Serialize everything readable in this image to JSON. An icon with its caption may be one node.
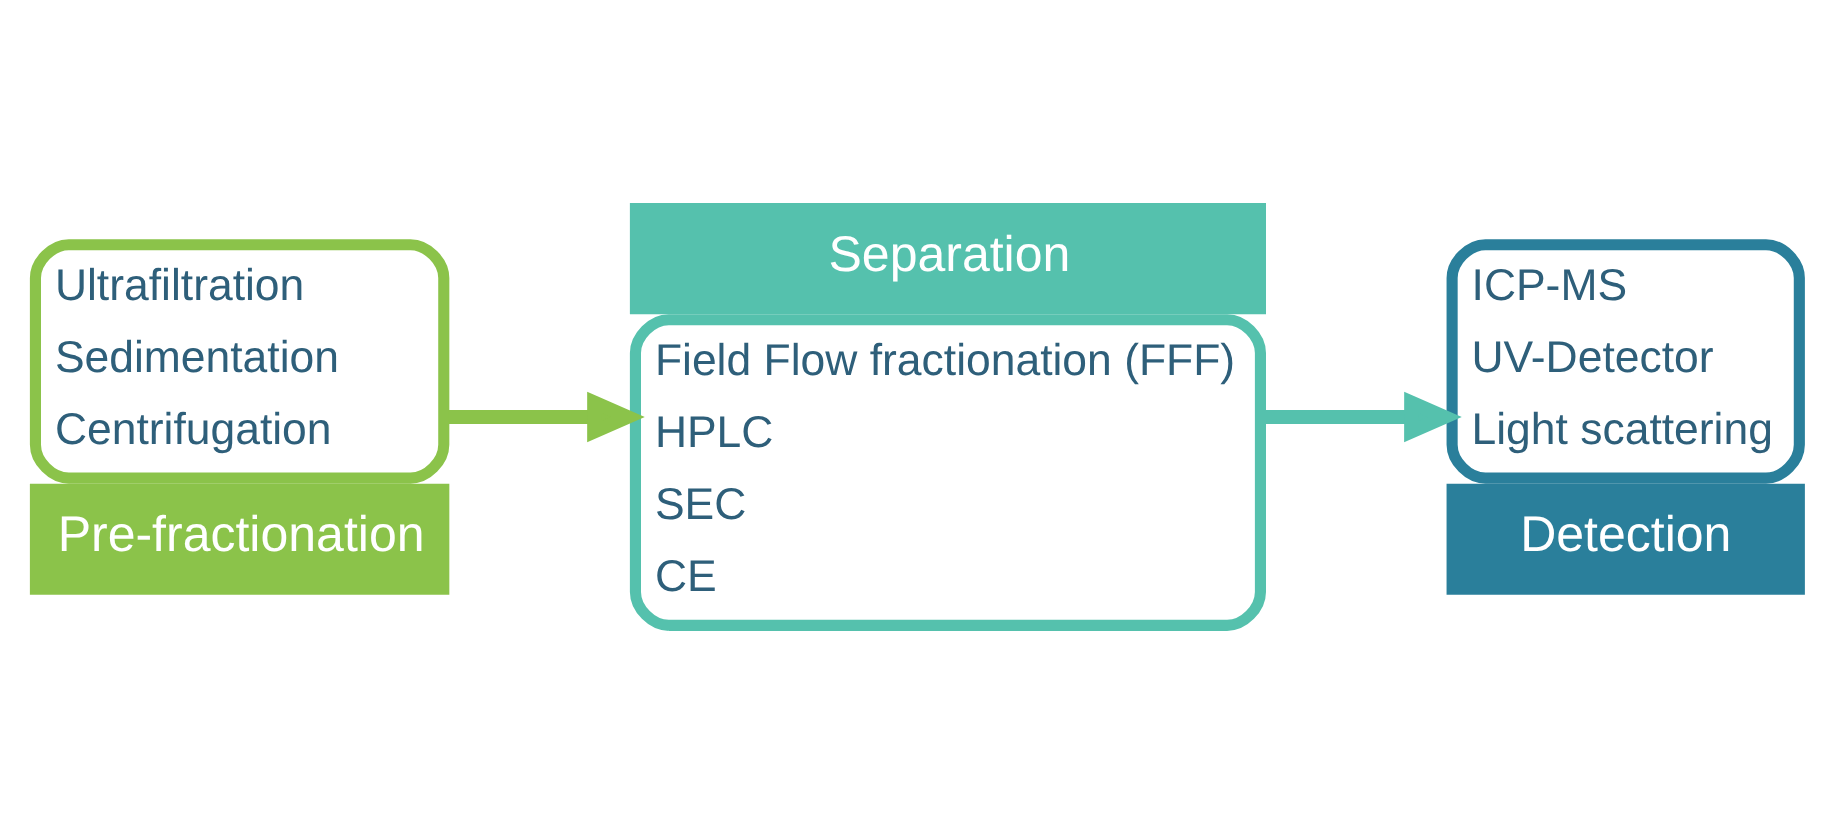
{
  "diagram": {
    "nodes": [
      {
        "text": [
          "Pre-fractionation",
          "Ultrafiltration",
          "Sedimentation",
          "Centrifugation"
        ]
      },
      {
        "text": [
          "Separation",
          "Field Flow fractionation (FFF)",
          "HPLC",
          "SEC",
          "CE"
        ]
      },
      {
        "text": [
          "Detection",
          "ICP-MS",
          "UV-Detector",
          "Light scattering"
        ]
      }
    ],
    "edges": [
      {
        "from": 0,
        "to": 1,
        "arrow": "to",
        "color": "#8bc34a"
      },
      {
        "from": 1,
        "to": 2,
        "arrow": "to",
        "color": "#55c1ad"
      }
    ]
  }
}
